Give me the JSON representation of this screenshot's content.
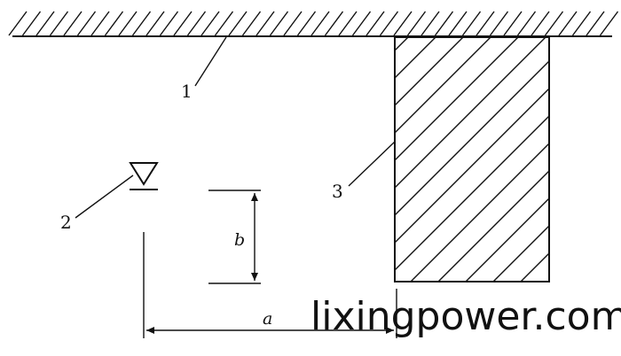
{
  "labels": {
    "ceiling": "1",
    "sensor": "2",
    "beam": "3",
    "dim_b": "b",
    "dim_a": "a"
  },
  "watermark": "lixingpower.com",
  "colors": {
    "stroke": "#111111",
    "background": "#ffffff"
  }
}
